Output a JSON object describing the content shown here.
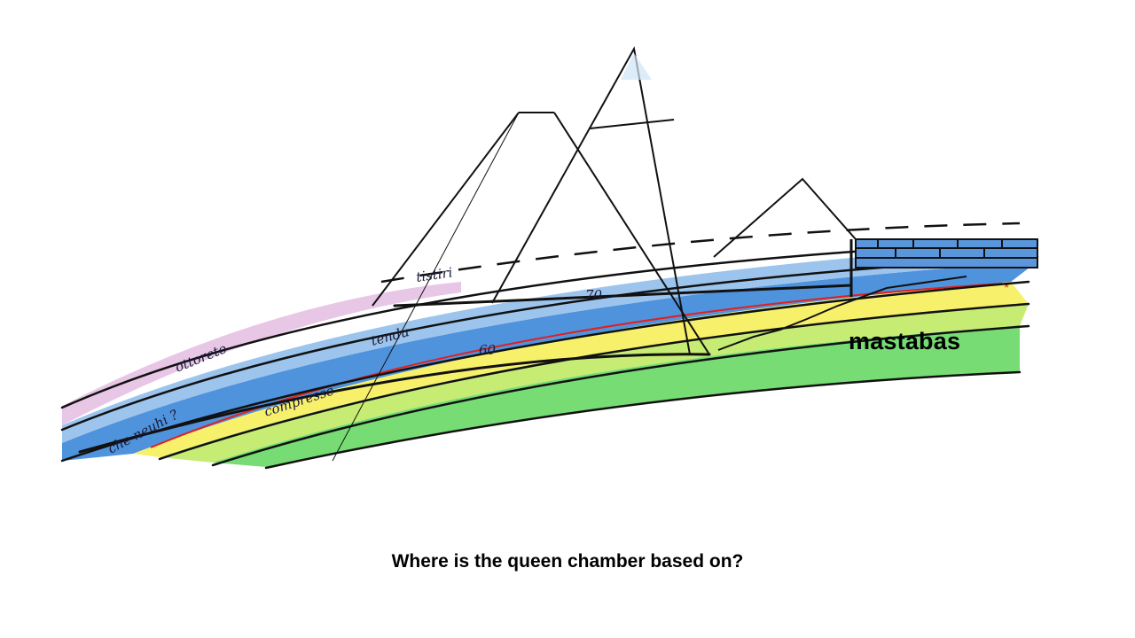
{
  "diagram": {
    "label_mastabas": "mastabas",
    "sketch_labels": {
      "top_layer": "tistiri",
      "pink_layer": "ottoreto",
      "blue_layer": "tendu",
      "lower_blue": "che neuhi ?",
      "yellow_layer": "compresse",
      "level_70": "70",
      "level_60": "60"
    },
    "colors": {
      "pink": "#e8c6e6",
      "light_blue": "#9cc4ec",
      "blue": "#4f93dc",
      "yellow": "#f7f06a",
      "light_green": "#c6ec74",
      "green": "#5ed65a",
      "red": "#e02020"
    }
  },
  "caption": "Where is the queen chamber based on?"
}
